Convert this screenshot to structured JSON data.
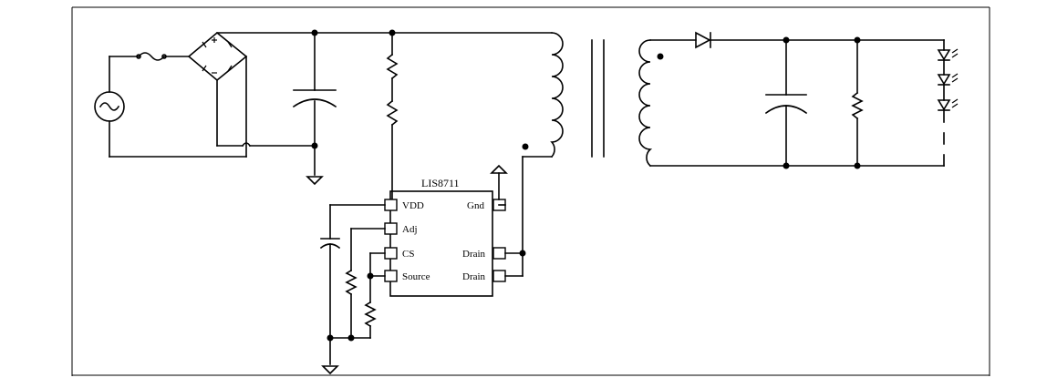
{
  "ic": {
    "name": "LIS8711",
    "pins": {
      "vdd": "VDD",
      "adj": "Adj",
      "cs": "CS",
      "source": "Source",
      "gnd": "Gnd",
      "drain1": "Drain",
      "drain2": "Drain"
    }
  },
  "components": {
    "ac_source": "ac-source-icon",
    "fuse": "fuse-icon",
    "bridge_rectifier": "bridge-rectifier-icon",
    "bulk_capacitor": "capacitor-icon",
    "startup_resistors": "resistor-icon",
    "transformer": "transformer-icon",
    "output_diode": "diode-icon",
    "output_capacitor": "capacitor-icon",
    "output_resistor": "resistor-icon",
    "led_string": "led-icon",
    "ground": "ground-icon"
  }
}
